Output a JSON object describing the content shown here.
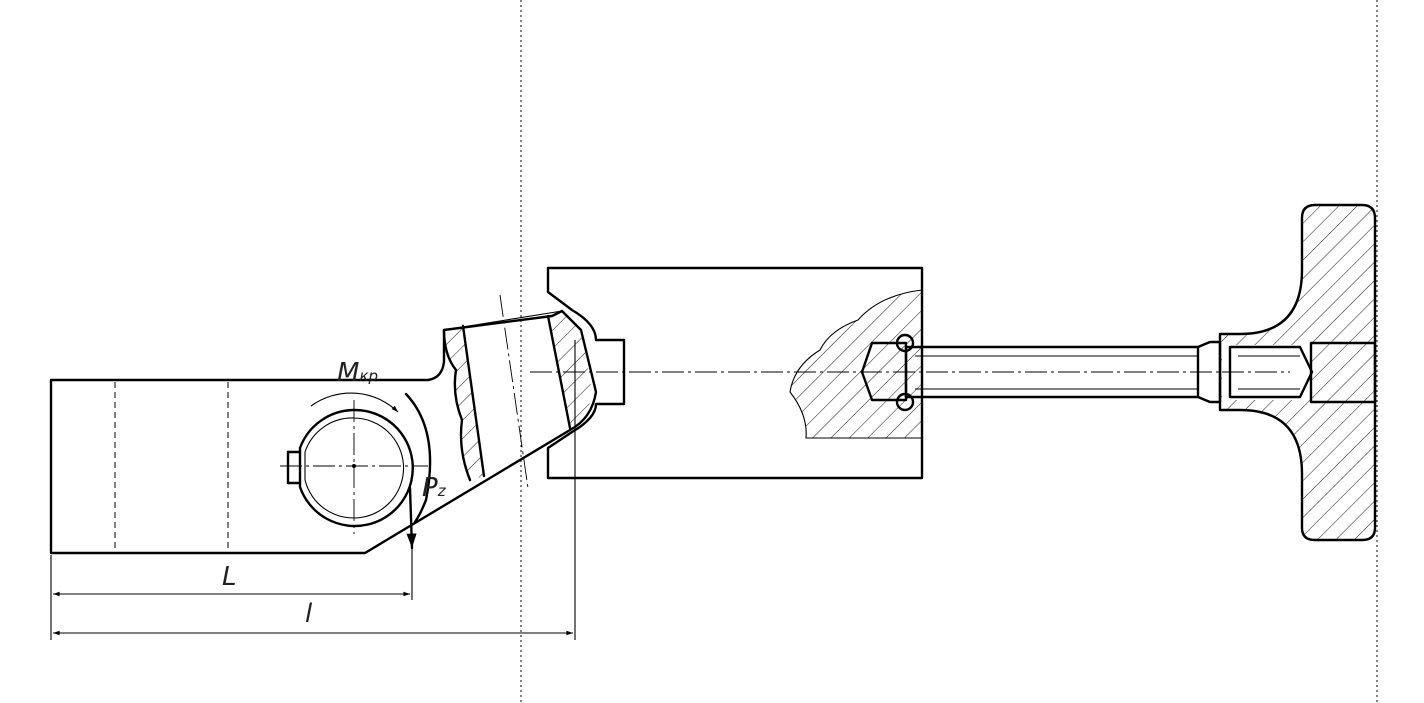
{
  "labels": {
    "torque_main": "M",
    "torque_sub": "кр",
    "force_main": "P",
    "force_sub": "z",
    "dim_L": "L",
    "dim_l": "l"
  }
}
